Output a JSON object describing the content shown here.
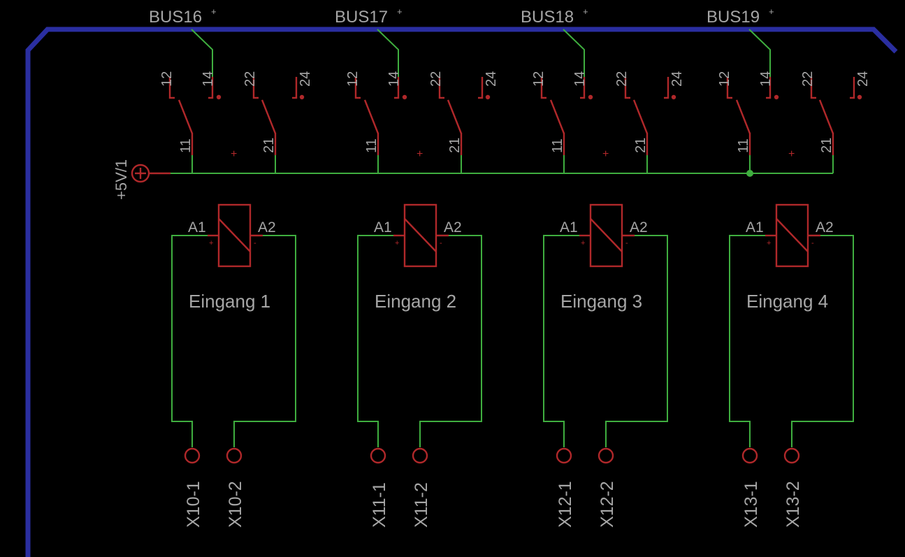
{
  "supply": {
    "label": "+5V/1",
    "symbol": "+"
  },
  "buses": [
    {
      "label": "BUS16",
      "mark": "+"
    },
    {
      "label": "BUS17",
      "mark": "+"
    },
    {
      "label": "BUS18",
      "mark": "+"
    },
    {
      "label": "BUS19",
      "mark": "+"
    }
  ],
  "relays": [
    {
      "title": "Eingang 1",
      "terminals": [
        "X10-1",
        "X10-2"
      ]
    },
    {
      "title": "Eingang 2",
      "terminals": [
        "X11-1",
        "X11-2"
      ]
    },
    {
      "title": "Eingang 3",
      "terminals": [
        "X12-1",
        "X12-2"
      ]
    },
    {
      "title": "Eingang 4",
      "terminals": [
        "X13-1",
        "X13-2"
      ]
    }
  ],
  "contact_pins": [
    "12",
    "14",
    "11",
    "22",
    "24",
    "21"
  ],
  "coil_pins": [
    "A1",
    "A2"
  ],
  "coil_marks": [
    "+",
    "-"
  ],
  "center_mark": "+",
  "colors": {
    "background": "#000000",
    "wire": "#3fae3f",
    "symbol": "#b0282a",
    "bus": "#2a2ea0",
    "text": "#a6a6a6"
  }
}
